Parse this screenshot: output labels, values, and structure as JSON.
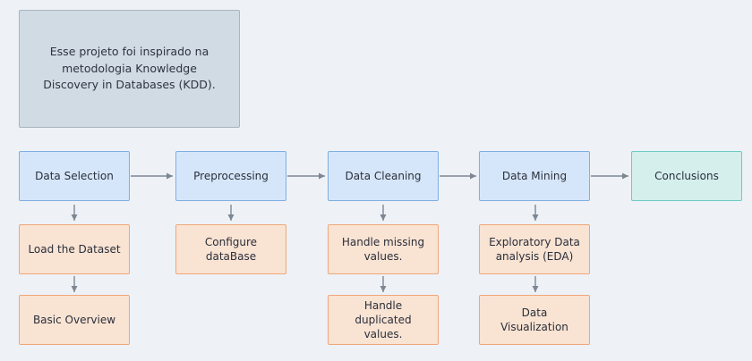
{
  "note": {
    "text": "Esse projeto foi inspirado na metodologia Knowledge Discovery in Databases (KDD)."
  },
  "stages": {
    "data_selection": "Data Selection",
    "preprocessing": "Preprocessing",
    "data_cleaning": "Data Cleaning",
    "data_mining": "Data Mining",
    "conclusions": "Conclusions"
  },
  "steps": {
    "load_dataset": "Load the Dataset",
    "basic_overview": "Basic Overview",
    "configure_database": "Configure dataBase",
    "handle_missing": "Handle missing values.",
    "handle_duplicated": "Handle duplicated values.",
    "eda": "Exploratory Data analysis (EDA)",
    "data_visualization": "Data Visualization"
  },
  "colors": {
    "stage_fill": "#d6e6fa",
    "stage_border": "#7faee3",
    "step_fill": "#f9e3d3",
    "step_border": "#efa779",
    "final_fill": "#d4efec",
    "final_border": "#6ecbc0",
    "note_fill": "#d1dbe4",
    "arrow": "#7d8793"
  }
}
